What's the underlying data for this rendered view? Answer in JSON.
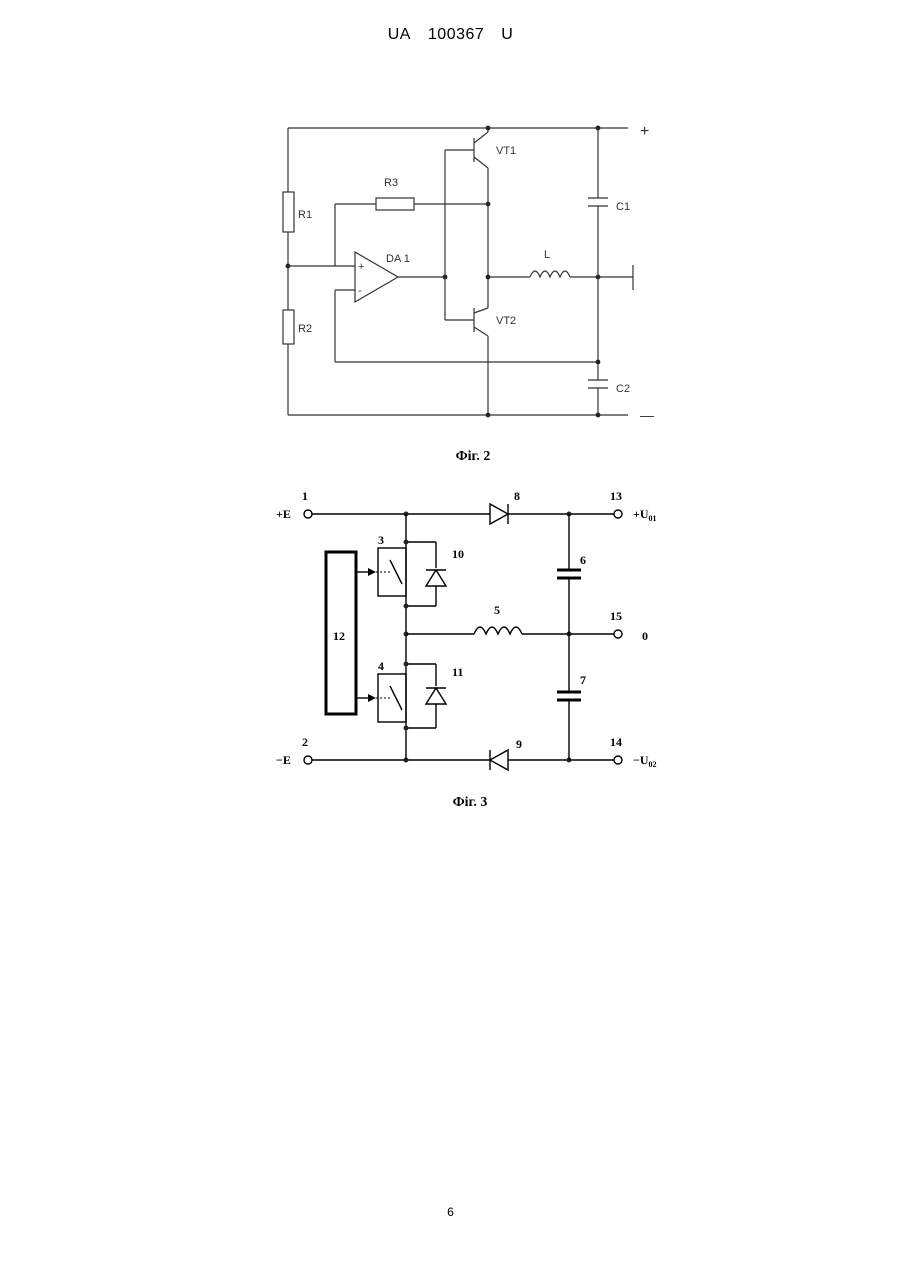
{
  "header": {
    "office": "UA",
    "number": "100367",
    "kind": "U"
  },
  "figure2": {
    "caption": "Фіг. 2",
    "labels": {
      "r1": "R1",
      "r2": "R2",
      "r3": "R3",
      "da1": "DA 1",
      "in_plus": "+",
      "in_minus": "-",
      "vt1": "VT1",
      "vt2": "VT2",
      "l": "L",
      "c1": "C1",
      "c2": "C2",
      "plus": "+",
      "minus": "—"
    }
  },
  "figure3": {
    "caption": "Фіг. 3",
    "labels": {
      "n1": "1",
      "n2": "2",
      "n3": "3",
      "n4": "4",
      "n5": "5",
      "n6": "6",
      "n7": "7",
      "n8": "8",
      "n9": "9",
      "n10": "10",
      "n11": "11",
      "n12": "12",
      "n13": "13",
      "n14": "14",
      "n15": "15",
      "plus_e": "+E",
      "minus_e": "−E",
      "u01_prefix": "+U",
      "u01_sub": "01",
      "u02_prefix": "−U",
      "u02_sub": "02",
      "zero": "0"
    }
  },
  "footer": {
    "page": "6"
  }
}
